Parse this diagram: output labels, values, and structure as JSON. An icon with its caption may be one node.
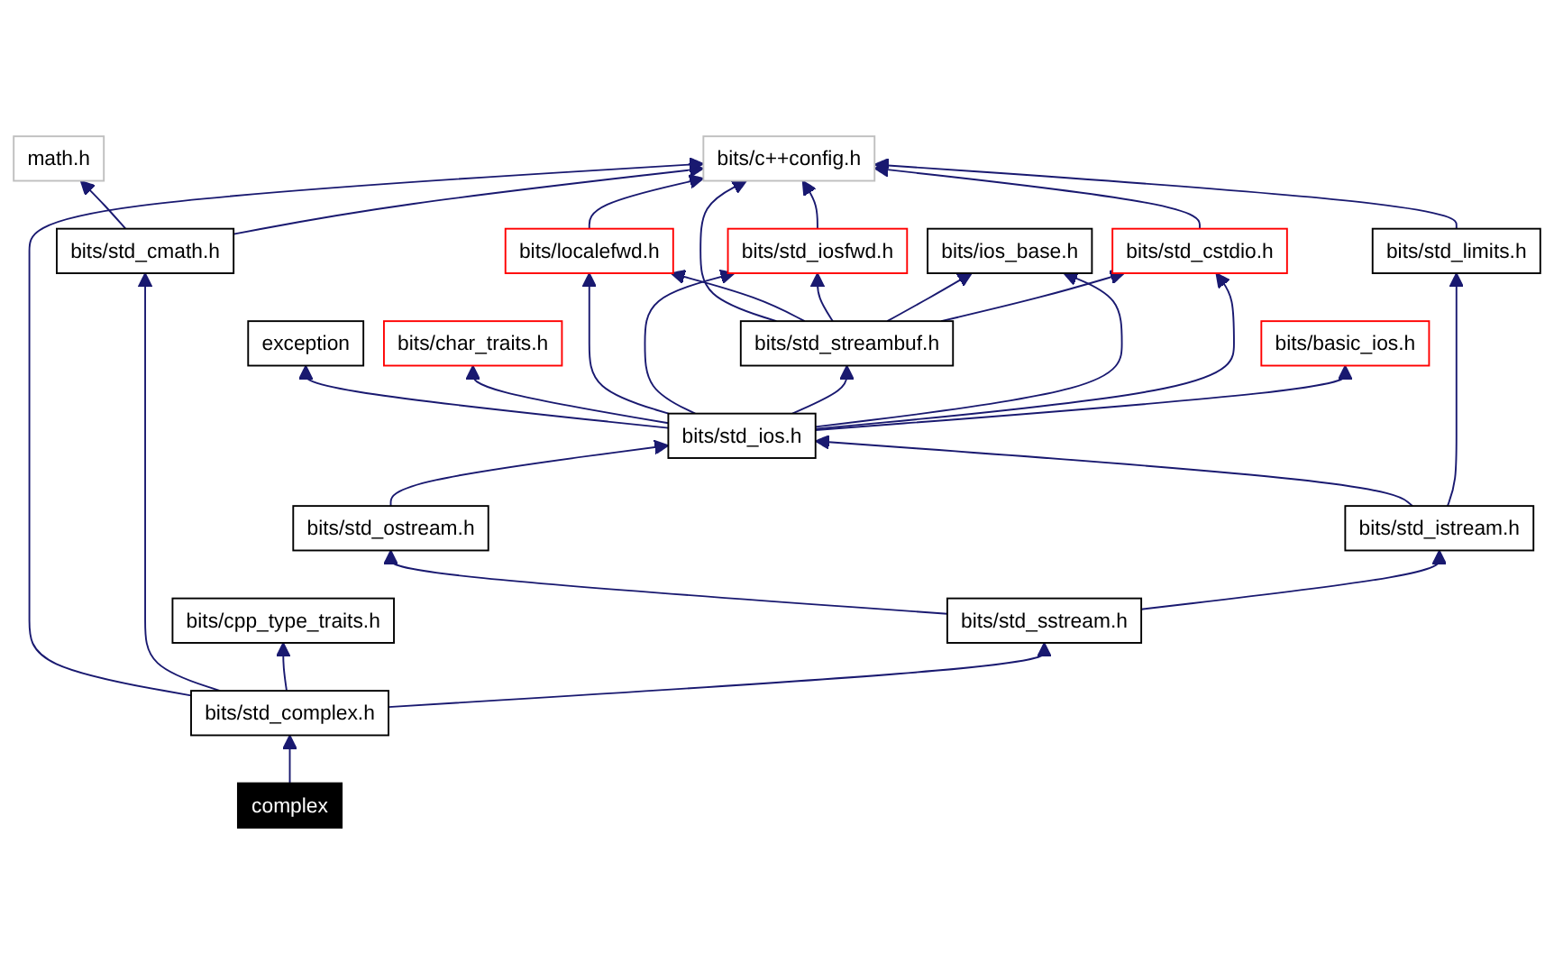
{
  "diagram": {
    "nodes": [
      {
        "text": [
          "math.h"
        ]
      },
      {
        "text": [
          "bits/c++config.h"
        ]
      },
      {
        "text": [
          "bits/std_cmath.h"
        ]
      },
      {
        "text": [
          "bits/localefwd.h"
        ]
      },
      {
        "text": [
          "bits/std_iosfwd.h"
        ]
      },
      {
        "text": [
          "bits/ios_base.h"
        ]
      },
      {
        "text": [
          "bits/std_cstdio.h"
        ]
      },
      {
        "text": [
          "exception"
        ]
      },
      {
        "text": [
          "bits/char_traits.h"
        ]
      },
      {
        "text": [
          "bits/std_streambuf.h"
        ]
      },
      {
        "text": [
          "bits/basic_ios.h"
        ]
      },
      {
        "text": [
          "bits/std_ios.h"
        ]
      },
      {
        "text": [
          "bits/std_limits.h"
        ]
      },
      {
        "text": [
          "bits/std_ostream.h"
        ]
      },
      {
        "text": [
          "bits/std_istream.h"
        ]
      },
      {
        "text": [
          "bits/cpp_type_traits.h"
        ]
      },
      {
        "text": [
          "bits/std_sstream.h"
        ]
      },
      {
        "text": [
          "bits/std_complex.h"
        ]
      },
      {
        "text": [
          "complex"
        ]
      }
    ],
    "edges": [
      {
        "from": 2,
        "to": 0,
        "arrow": "to"
      },
      {
        "from": 2,
        "to": 1,
        "arrow": "to"
      },
      {
        "from": 3,
        "to": 1,
        "arrow": "to"
      },
      {
        "from": 4,
        "to": 1,
        "arrow": "to"
      },
      {
        "from": 9,
        "to": 1,
        "arrow": "to"
      },
      {
        "from": 6,
        "to": 1,
        "arrow": "to"
      },
      {
        "from": 12,
        "to": 1,
        "arrow": "to"
      },
      {
        "from": 17,
        "to": 1,
        "arrow": "to"
      },
      {
        "from": 9,
        "to": 3,
        "arrow": "to"
      },
      {
        "from": 9,
        "to": 4,
        "arrow": "to"
      },
      {
        "from": 9,
        "to": 5,
        "arrow": "to"
      },
      {
        "from": 9,
        "to": 6,
        "arrow": "to"
      },
      {
        "from": 11,
        "to": 7,
        "arrow": "to"
      },
      {
        "from": 11,
        "to": 8,
        "arrow": "to"
      },
      {
        "from": 11,
        "to": 3,
        "arrow": "to"
      },
      {
        "from": 11,
        "to": 4,
        "arrow": "to"
      },
      {
        "from": 11,
        "to": 9,
        "arrow": "to"
      },
      {
        "from": 11,
        "to": 5,
        "arrow": "to"
      },
      {
        "from": 11,
        "to": 6,
        "arrow": "to"
      },
      {
        "from": 11,
        "to": 10,
        "arrow": "to"
      },
      {
        "from": 13,
        "to": 11,
        "arrow": "to"
      },
      {
        "from": 14,
        "to": 11,
        "arrow": "to"
      },
      {
        "from": 14,
        "to": 12,
        "arrow": "to"
      },
      {
        "from": 16,
        "to": 13,
        "arrow": "to"
      },
      {
        "from": 16,
        "to": 14,
        "arrow": "to"
      },
      {
        "from": 17,
        "to": 2,
        "arrow": "to"
      },
      {
        "from": 17,
        "to": 15,
        "arrow": "to"
      },
      {
        "from": 17,
        "to": 16,
        "arrow": "to"
      },
      {
        "from": 18,
        "to": 17,
        "arrow": "to"
      }
    ]
  }
}
